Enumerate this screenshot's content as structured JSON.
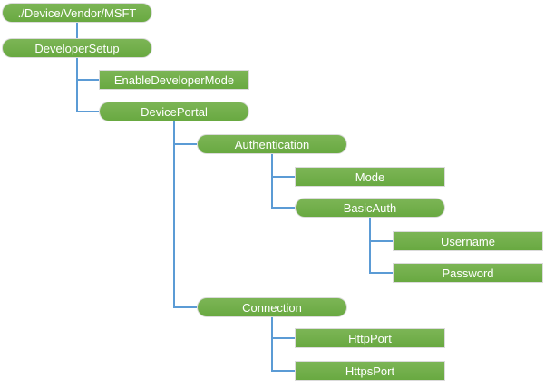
{
  "diagram": {
    "type": "hierarchy-tree",
    "colors": {
      "background": "#FFFFFF",
      "node_fill": "#70AD47",
      "node_fill_top": "#7CB556",
      "node_fill_bottom": "#69A941",
      "node_border": "#DBDBDB",
      "node_text": "#FFFFFF",
      "connector": "#5B9BD5"
    },
    "nodes": [
      {
        "id": "root",
        "label": "./Device/Vendor/MSFT",
        "shape": "pill",
        "level": 0,
        "row": 0,
        "parent": null
      },
      {
        "id": "developer-setup",
        "label": "DeveloperSetup",
        "shape": "pill",
        "level": 0,
        "row": 1,
        "parent": "root"
      },
      {
        "id": "enable-developer-mode",
        "label": "EnableDeveloperMode",
        "shape": "rect",
        "level": 1,
        "row": 2,
        "parent": "developer-setup"
      },
      {
        "id": "device-portal",
        "label": "DevicePortal",
        "shape": "pill",
        "level": 1,
        "row": 3,
        "parent": "developer-setup"
      },
      {
        "id": "authentication",
        "label": "Authentication",
        "shape": "pill",
        "level": 2,
        "row": 4,
        "parent": "device-portal"
      },
      {
        "id": "mode",
        "label": "Mode",
        "shape": "rect",
        "level": 3,
        "row": 5,
        "parent": "authentication"
      },
      {
        "id": "basic-auth",
        "label": "BasicAuth",
        "shape": "pill",
        "level": 3,
        "row": 6,
        "parent": "authentication"
      },
      {
        "id": "username",
        "label": "Username",
        "shape": "rect",
        "level": 4,
        "row": 7,
        "parent": "basic-auth"
      },
      {
        "id": "password",
        "label": "Password",
        "shape": "rect",
        "level": 4,
        "row": 8,
        "parent": "basic-auth"
      },
      {
        "id": "connection",
        "label": "Connection",
        "shape": "pill",
        "level": 2,
        "row": 9,
        "parent": "device-portal"
      },
      {
        "id": "http-port",
        "label": "HttpPort",
        "shape": "rect",
        "level": 3,
        "row": 10,
        "parent": "connection"
      },
      {
        "id": "https-port",
        "label": "HttpsPort",
        "shape": "rect",
        "level": 3,
        "row": 11,
        "parent": "connection"
      }
    ]
  }
}
